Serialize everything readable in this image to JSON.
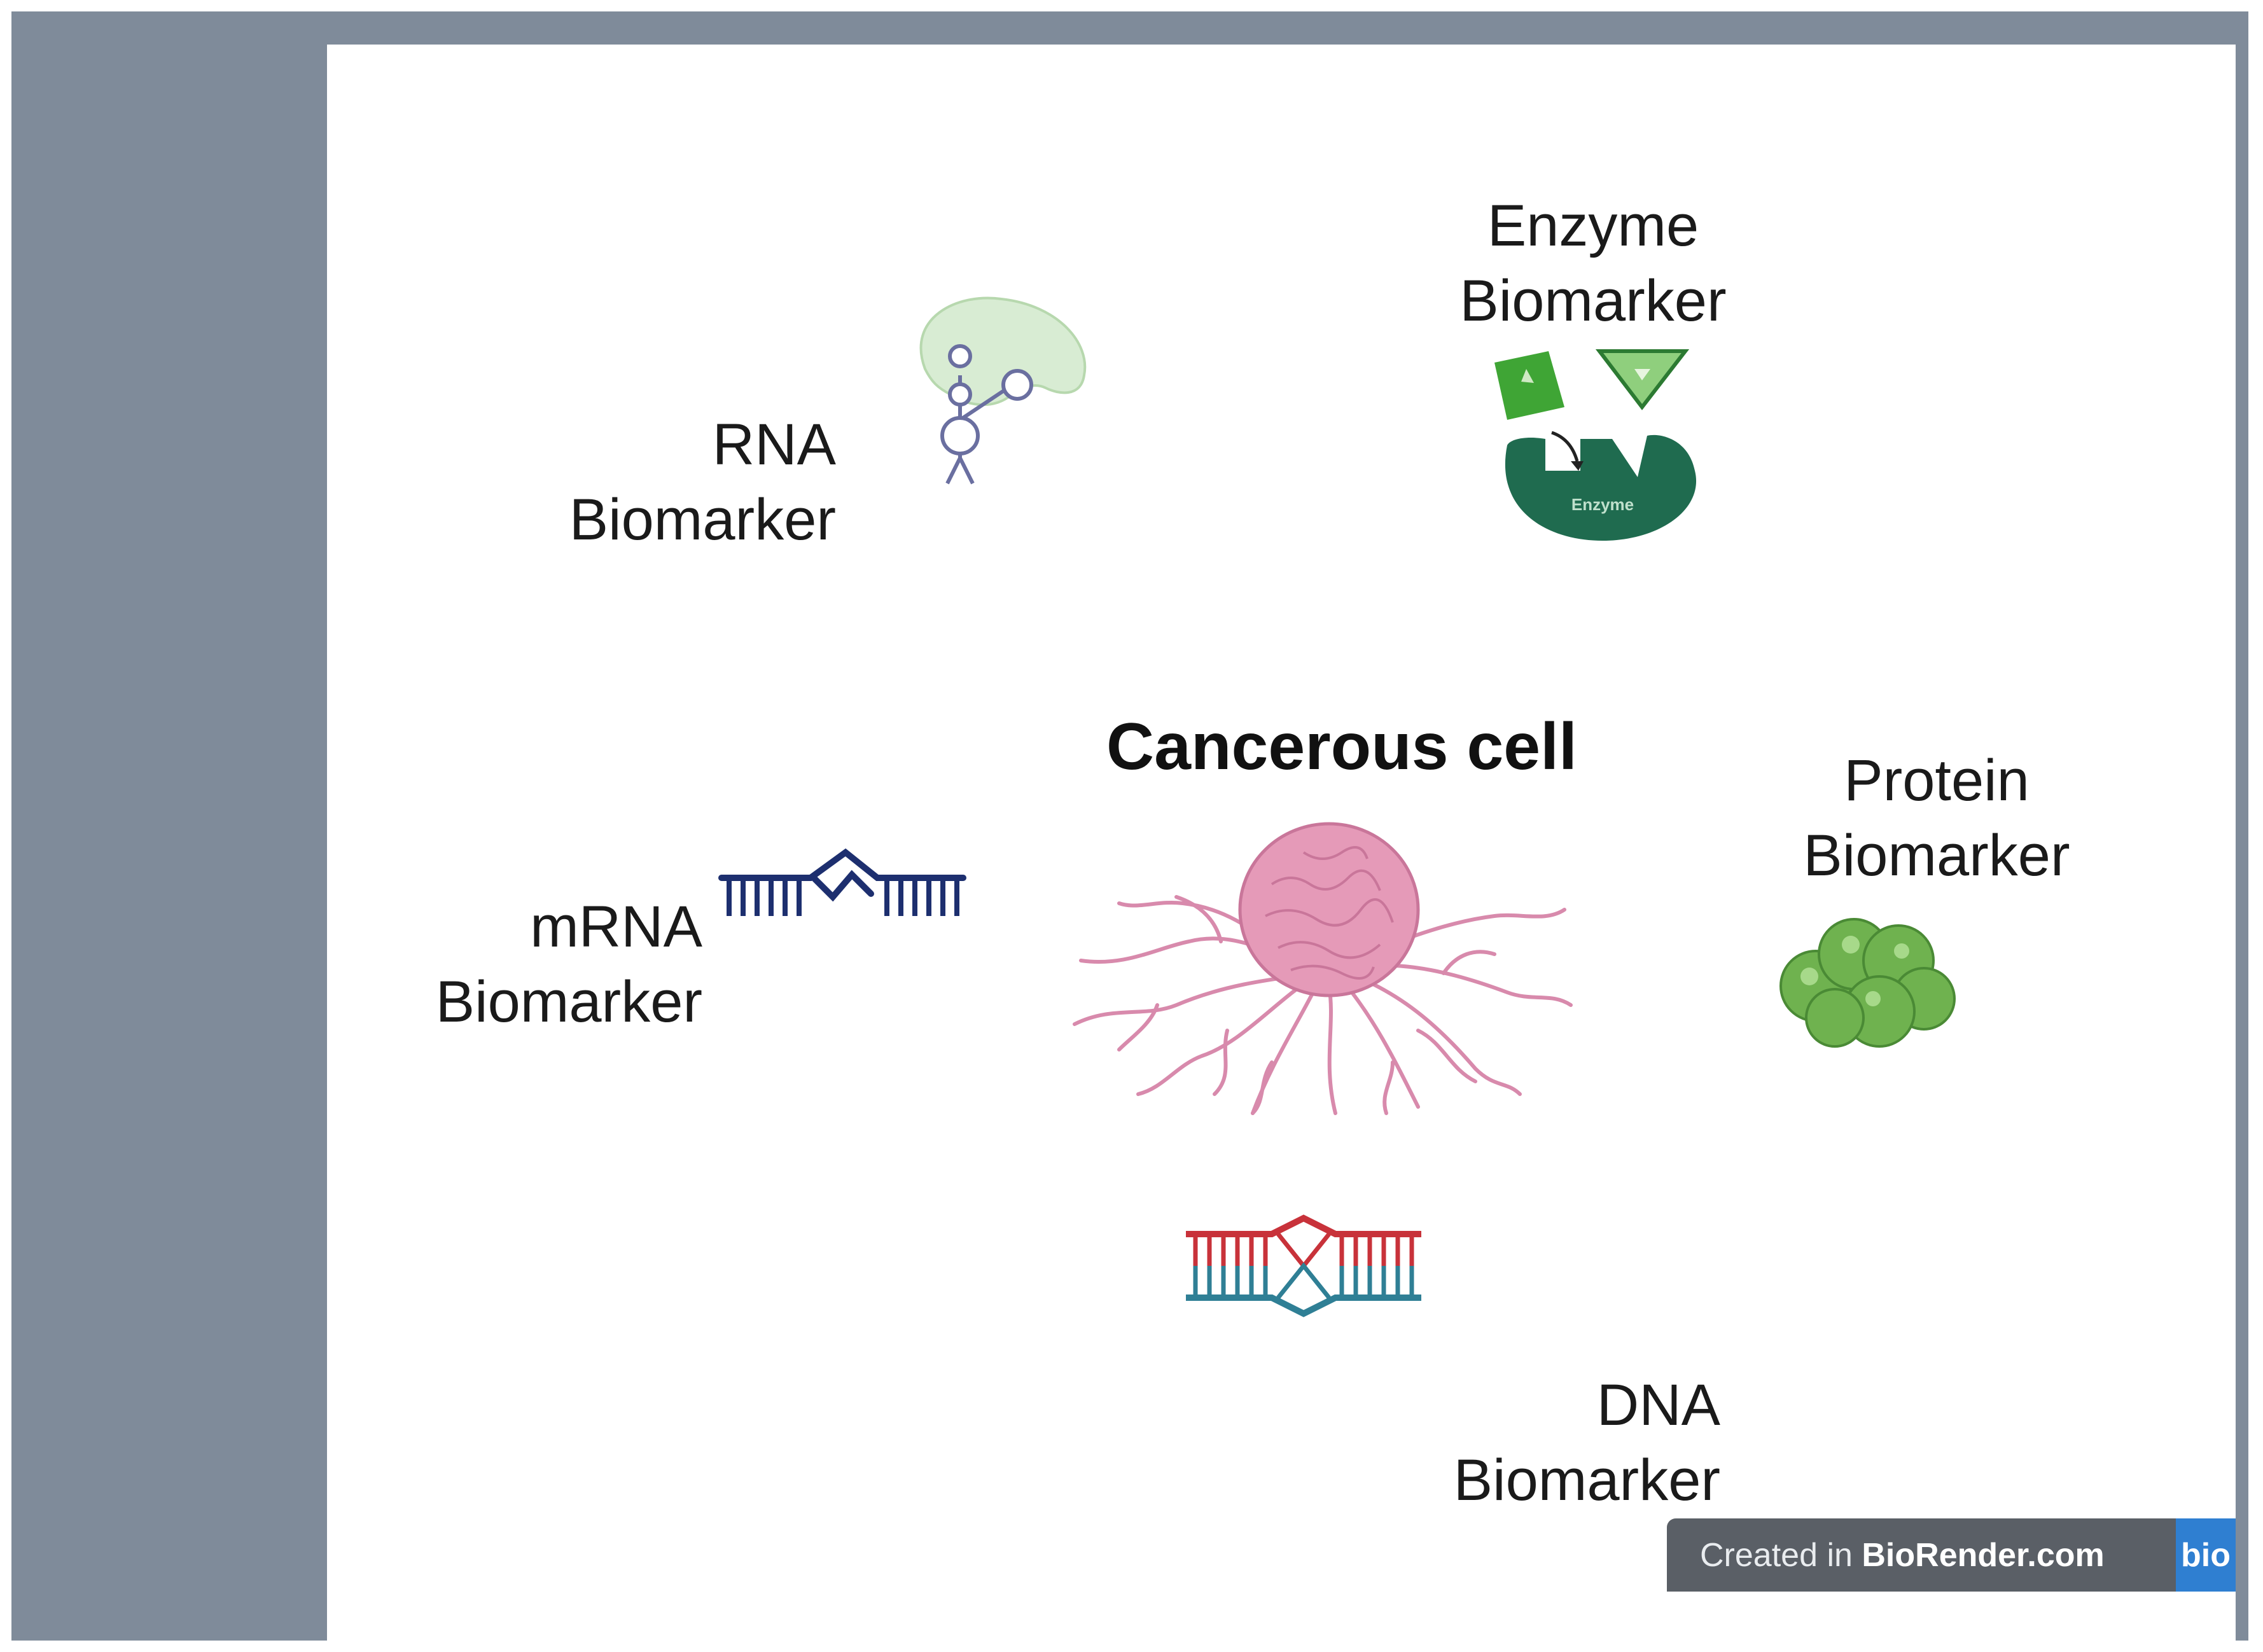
{
  "title": "Cancerous cell",
  "labels": {
    "rna": [
      "RNA",
      "Biomarker"
    ],
    "enzyme": [
      "Enzyme",
      "Biomarker"
    ],
    "protein": [
      "Protein",
      "Biomarker"
    ],
    "mrna": [
      "mRNA",
      "Biomarker"
    ],
    "dna": [
      "DNA",
      "Biomarker"
    ]
  },
  "enzyme_glyph_text": "Enzyme",
  "watermark": {
    "prefix": "Created in ",
    "brand": "BioRender.com",
    "logo": "bio"
  },
  "colors": {
    "frame": "#7f8b9a",
    "enzyme_dark": "#1f6b4f",
    "substrate_green": "#3fa535",
    "mrna_blue": "#1d2f6f",
    "dna_red": "#c8323a",
    "dna_teal": "#2f7f95",
    "cell_pink": "#e59ab8",
    "protein_green": "#6fb24f",
    "badge_blue": "#2f7fd1"
  },
  "icons": [
    "rna-structure-icon",
    "enzyme-icon",
    "cancer-cell-icon",
    "protein-icon",
    "mrna-strand-icon",
    "dna-strand-icon"
  ]
}
